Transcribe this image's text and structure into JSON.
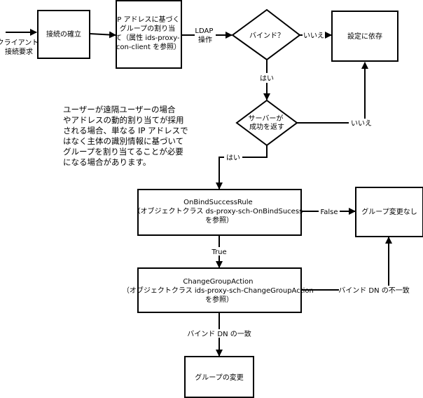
{
  "start": {
    "label_lines": [
      "クライアント",
      "接続要求"
    ]
  },
  "nodes": {
    "establish": {
      "lines": [
        "接続の確立"
      ]
    },
    "ip_assign": {
      "lines": [
        "IP アドレスに基づく",
        "グループの割り当",
        "て（属性 ids-proxy-",
        "con-client を参照）"
      ]
    },
    "bind_decision": {
      "lines": [
        "バインド？"
      ]
    },
    "config_dependent": {
      "lines": [
        "設定に依存"
      ]
    },
    "server_success": {
      "lines": [
        "サーバーが",
        "成功を返す"
      ]
    },
    "on_bind_rule": {
      "lines": [
        "OnBindSuccessRule",
        "（オブジェクトクラス ds-proxy-sch-OnBindSucess",
        "を参照）"
      ]
    },
    "no_group_change": {
      "lines": [
        "グループ変更なし"
      ]
    },
    "change_group_action": {
      "lines": [
        "ChangeGroupAction",
        "（オブジェクトクラス ids-proxy-sch-ChangeGroupAction",
        "を参照）"
      ]
    },
    "group_change": {
      "lines": [
        "グループの変更"
      ]
    }
  },
  "edges": {
    "ldap": [
      "LDAP",
      "操作"
    ],
    "bind_no": "いいえ",
    "bind_yes": "はい",
    "server_no": "いいえ",
    "server_yes": "はい",
    "false": "False",
    "true": "True",
    "dn_mismatch": "バインド DN の不一致",
    "dn_match": "バインド DN の一致"
  },
  "note": {
    "lines": [
      "ユーザーが遠隔ユーザーの場合",
      "やアドレスの動的割り当てが採用",
      "される場合、単なる IP アドレスで",
      "はなく主体の識別情報に基づいて",
      "グループを割り当てることが必要",
      "になる場合があります。"
    ]
  }
}
